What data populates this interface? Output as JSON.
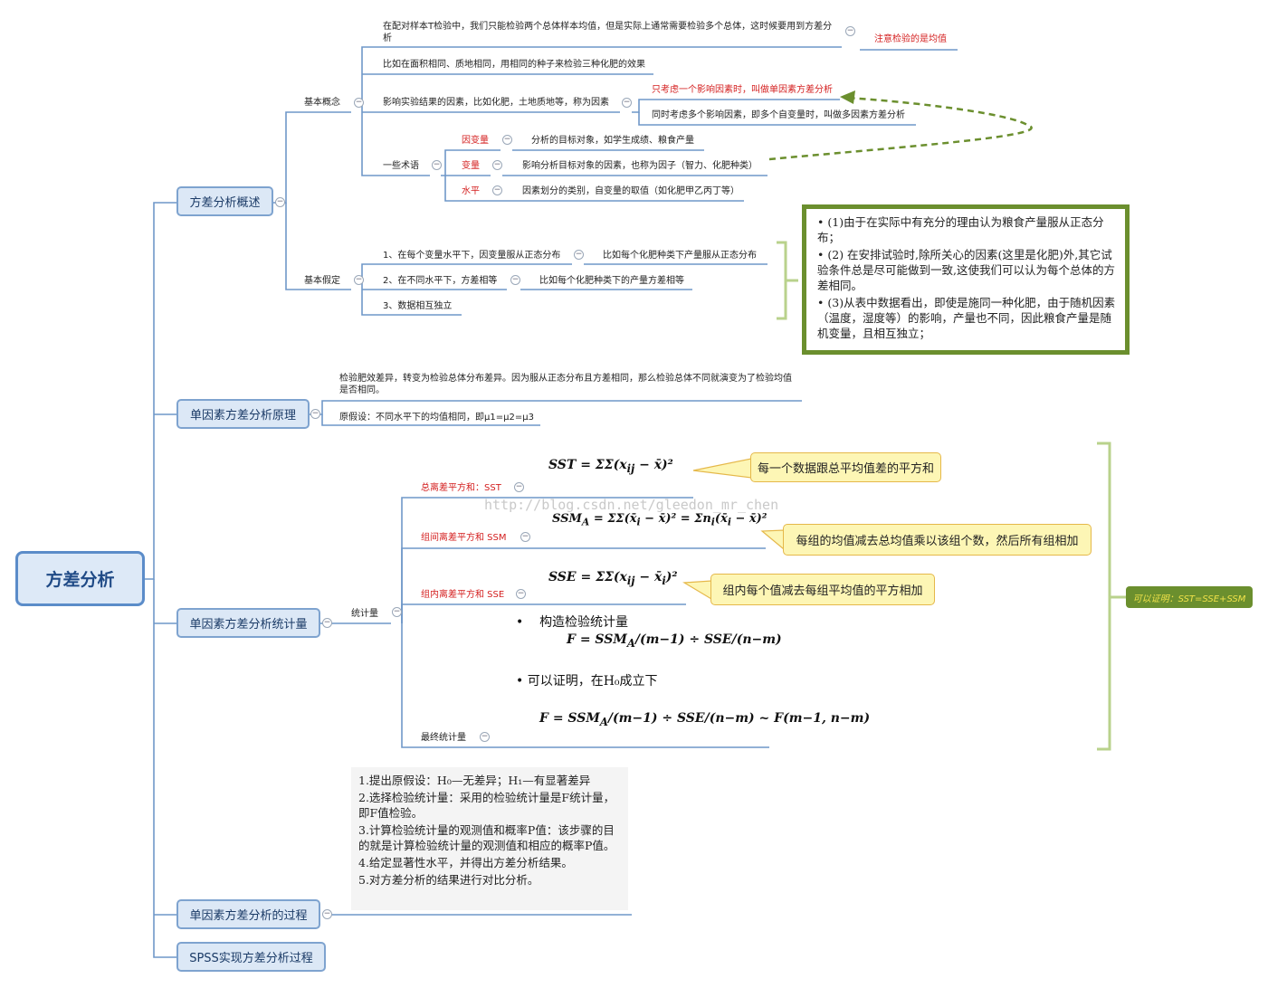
{
  "root": "方差分析",
  "branches": {
    "overview": "方差分析概述",
    "principle": "单因素方差分析原理",
    "statistic": "单因素方差分析统计量",
    "process": "单因素方差分析的过程",
    "spss": "SPSS实现方差分析过程"
  },
  "overview": {
    "basic_concept": "基本概念",
    "concept_1": "在配对样本T检验中，我们只能检验两个总体样本均值，但是实际上通常需要检验多个总体，这时候要用到方差分析",
    "concept_1_note": "注意检验的是均值",
    "concept_2": "比如在面积相同、质地相同，用相同的种子来检验三种化肥的效果",
    "concept_3": "影响实验结果的因素，比如化肥，土地质地等，称为因素",
    "single_factor": "只考虑一个影响因素时，叫做单因素方差分析",
    "multi_factor": "同时考虑多个影响因素，即多个自变量时，叫做多因素方差分析",
    "terms": "一些术语",
    "term_dependent": "因变量",
    "term_dependent_desc": "分析的目标对象，如学生成绩、粮食产量",
    "term_variable": "变量",
    "term_variable_desc": "影响分析目标对象的因素，也称为因子（智力、化肥种类）",
    "term_level": "水平",
    "term_level_desc": "因素划分的类别，自变量的取值（如化肥甲乙丙丁等）",
    "assumptions": "基本假定",
    "assumption_1": "1、在每个变量水平下，因变量服从正态分布",
    "assumption_1_eg": "比如每个化肥种类下产量服从正态分布",
    "assumption_2": "2、在不同水平下，方差相等",
    "assumption_2_eg": "比如每个化肥种类下的产量方差相等",
    "assumption_3": "3、数据相互独立",
    "note_box": [
      "(1)由于在实际中有充分的理由认为粮食产量服从正态分布；",
      "(2) 在安排试验时,除所关心的因素(这里是化肥)外,其它试验条件总是尽可能做到一致,这使我们可以认为每个总体的方差相同。",
      "(3)从表中数据看出，即使是施同一种化肥，由于随机因素（温度，湿度等）的影响，产量也不同，因此粮食产量是随机变量，且相互独立；"
    ]
  },
  "principle": {
    "line_1": "检验肥效差异，转变为检验总体分布差异。因为服从正态分布且方差相同，那么检验总体不同就演变为了检验均值是否相同。",
    "line_2": "原假设：不同水平下的均值相同，即μ1=μ2=μ3"
  },
  "statistic": {
    "label": "统计量",
    "sst": "总离差平方和：SST",
    "sst_note": "每一个数据跟总平均值差的平方和",
    "ssm": "组间离差平方和 SSM",
    "ssm_note": "每组的均值减去总均值乘以该组个数，然后所有组相加",
    "sse": "组内离差平方和 SSE",
    "sse_note": "组内每个值减去每组平均值的平方相加",
    "final": "最终统计量",
    "construct": "构造检验统计量",
    "provable": "可以证明，在H₀成立下",
    "proof_tag": "可以证明：SST=SSE+SSM",
    "watermark": "http://blog.csdn.net/gleedon_mr_chen"
  },
  "process_steps": [
    "1.提出原假设：H₀—无差异；H₁—有显著差异",
    "2.选择检验统计量：采用的检验统计量是F统计量，即F值检验。",
    "3.计算检验统计量的观测值和概率P值：该步骤的目的就是计算检验统计量的观测值和相应的概率P值。",
    "4.给定显著性水平，并得出方差分析结果。",
    "5.对方差分析的结果进行对比分析。"
  ],
  "colors": {
    "line": "#6f97c8",
    "node_fill": "#dce8f6",
    "node_border": "#7ea3cf",
    "accent_red": "#d42020",
    "green": "#6b8f2e",
    "callout": "#fdf6b5"
  }
}
